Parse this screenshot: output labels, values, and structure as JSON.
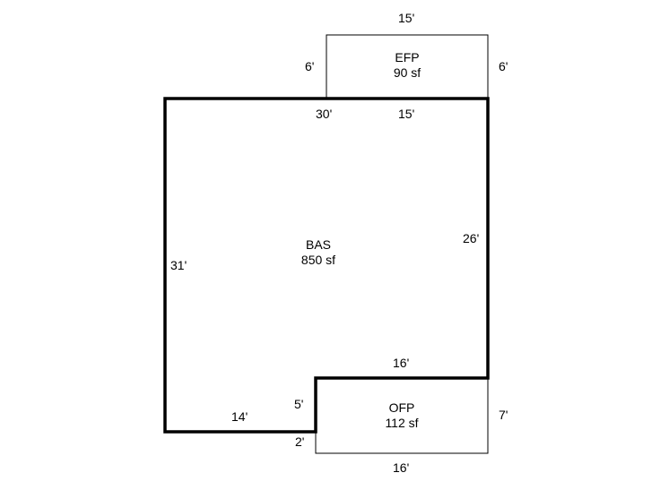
{
  "areas": {
    "bas": {
      "name": "BAS",
      "area": "850 sf"
    },
    "efp": {
      "name": "EFP",
      "area": "90 sf"
    },
    "ofp": {
      "name": "OFP",
      "area": "112 sf"
    }
  },
  "dimensions": {
    "efp_top": "15'",
    "efp_left": "6'",
    "efp_right": "6'",
    "bas_top_left": "30'",
    "bas_top_right": "15'",
    "bas_right": "26'",
    "bas_left": "31'",
    "bas_inner_top": "16'",
    "bas_step": "5'",
    "bas_bottom": "14'",
    "ofp_offset": "2'",
    "ofp_right": "7'",
    "ofp_bottom": "16'"
  }
}
